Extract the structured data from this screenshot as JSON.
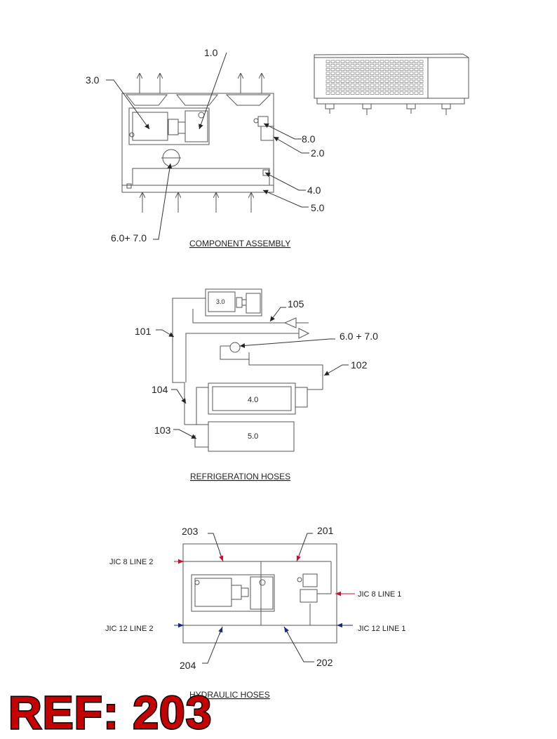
{
  "component_assembly": {
    "caption": "COMPONENT ASSEMBLY",
    "callouts": {
      "c1": "1.0",
      "c3": "3.0",
      "c8": "8.0",
      "c2": "2.0",
      "c4": "4.0",
      "c5": "5.0",
      "c67": "6.0+ 7.0"
    }
  },
  "refrigeration_hoses": {
    "caption": "REFRIGERATION HOSES",
    "comp_label": "3.0",
    "box4": "4.0",
    "box5": "5.0",
    "callouts": {
      "h105": "105",
      "h101": "101",
      "h67": "6.0 + 7.0",
      "h102": "102",
      "h104": "104",
      "h103": "103"
    }
  },
  "hydraulic_hoses": {
    "caption": "HYDRAULIC HOSES",
    "callouts": {
      "h203": "203",
      "h201": "201",
      "h204": "204",
      "h202": "202"
    },
    "ports": {
      "jic8_line2": "JIC 8  LINE  2",
      "jic8_line1": "JIC 8  LINE  1",
      "jic12_line2": "JIC 12  LINE  2",
      "jic12_line1": "JIC 12  LINE  1"
    },
    "colors": {
      "red_arrow": "#c8102e",
      "blue_arrow": "#1e2a78"
    }
  },
  "ref_badge": "REF: 203"
}
